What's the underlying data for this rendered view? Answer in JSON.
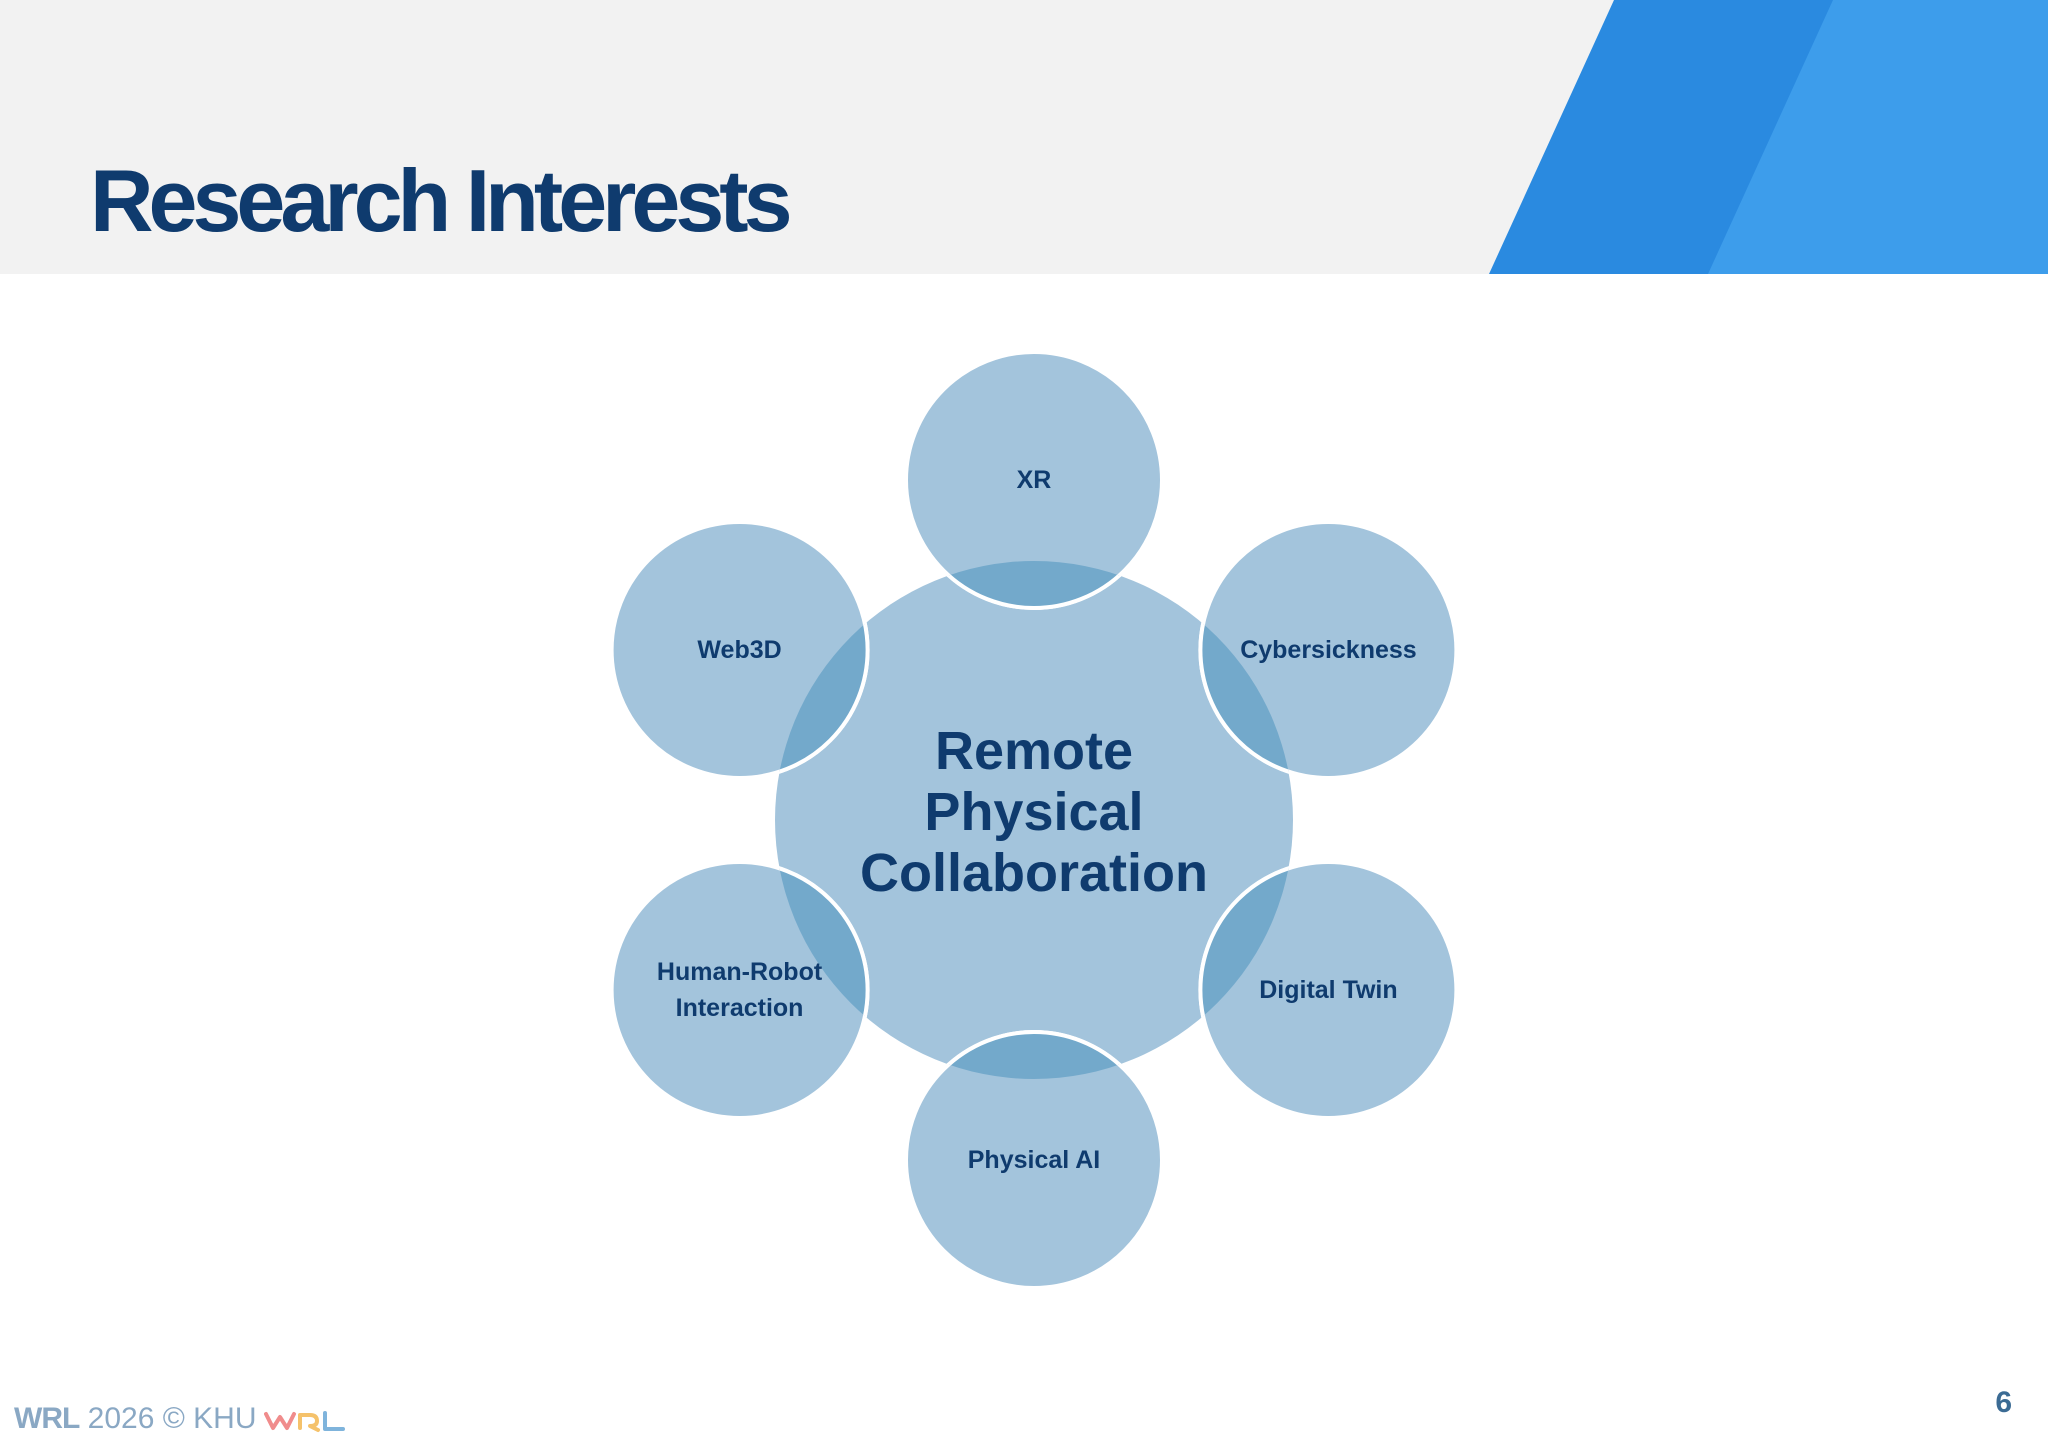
{
  "slide": {
    "title": "Research Interests",
    "page_number": "6"
  },
  "footer": {
    "brand": "WRL",
    "text": "2026 © KHU"
  },
  "diagram": {
    "center": {
      "lines": [
        "Remote",
        "Physical",
        "Collaboration"
      ]
    },
    "nodes": [
      {
        "lines": [
          "XR"
        ]
      },
      {
        "lines": [
          "Cybersickness"
        ]
      },
      {
        "lines": [
          "Digital Twin"
        ]
      },
      {
        "lines": [
          "Physical AI"
        ]
      },
      {
        "lines": [
          "Human-Robot",
          "Interaction"
        ]
      },
      {
        "lines": [
          "Web3D"
        ]
      }
    ]
  },
  "colors": {
    "title": "#0f3b6e",
    "header_background": "#f2f2f2",
    "accent_dark": "#2a8ae0",
    "accent_light": "#3d9deb",
    "circle_fill": "#a3c4dc",
    "circle_overlap": "#73a9cb",
    "footer_text": "#8aa8c4"
  }
}
